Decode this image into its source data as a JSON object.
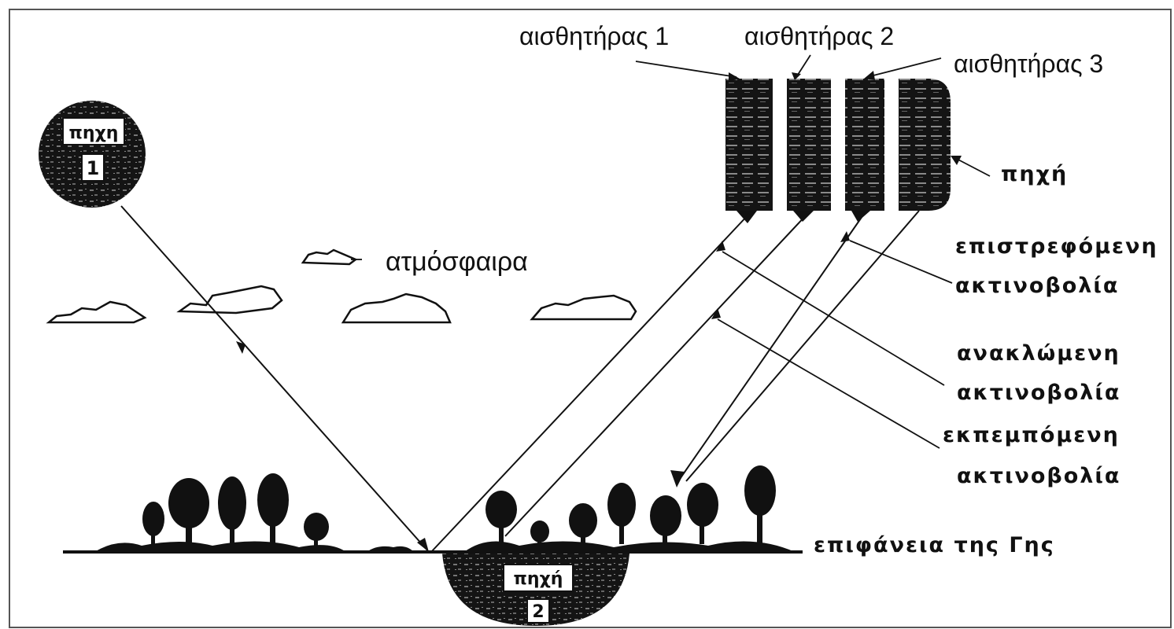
{
  "labels": {
    "sensor_1": "αισθητήρας 1",
    "sensor_2": "αισθητήρας 2",
    "sensor_3": "αισθητήρας 3",
    "source_onboard": "πηχή",
    "atmosphere": "ατμόσφαιρα",
    "returned_line1": "επιστρεφόμενη",
    "returned_line2": "ακτινοβολία",
    "reflected_line1": "ανακλώμενη",
    "reflected_line2": "ακτινοβολία",
    "emitted_line1": "εκπεμπόμενη",
    "emitted_line2": "ακτινοβολία",
    "earth_surface": "επιφάνεια της Γης"
  },
  "source_1": {
    "title": "πηχη",
    "number": "1"
  },
  "source_2": {
    "title": "πηχή",
    "number": "2"
  }
}
